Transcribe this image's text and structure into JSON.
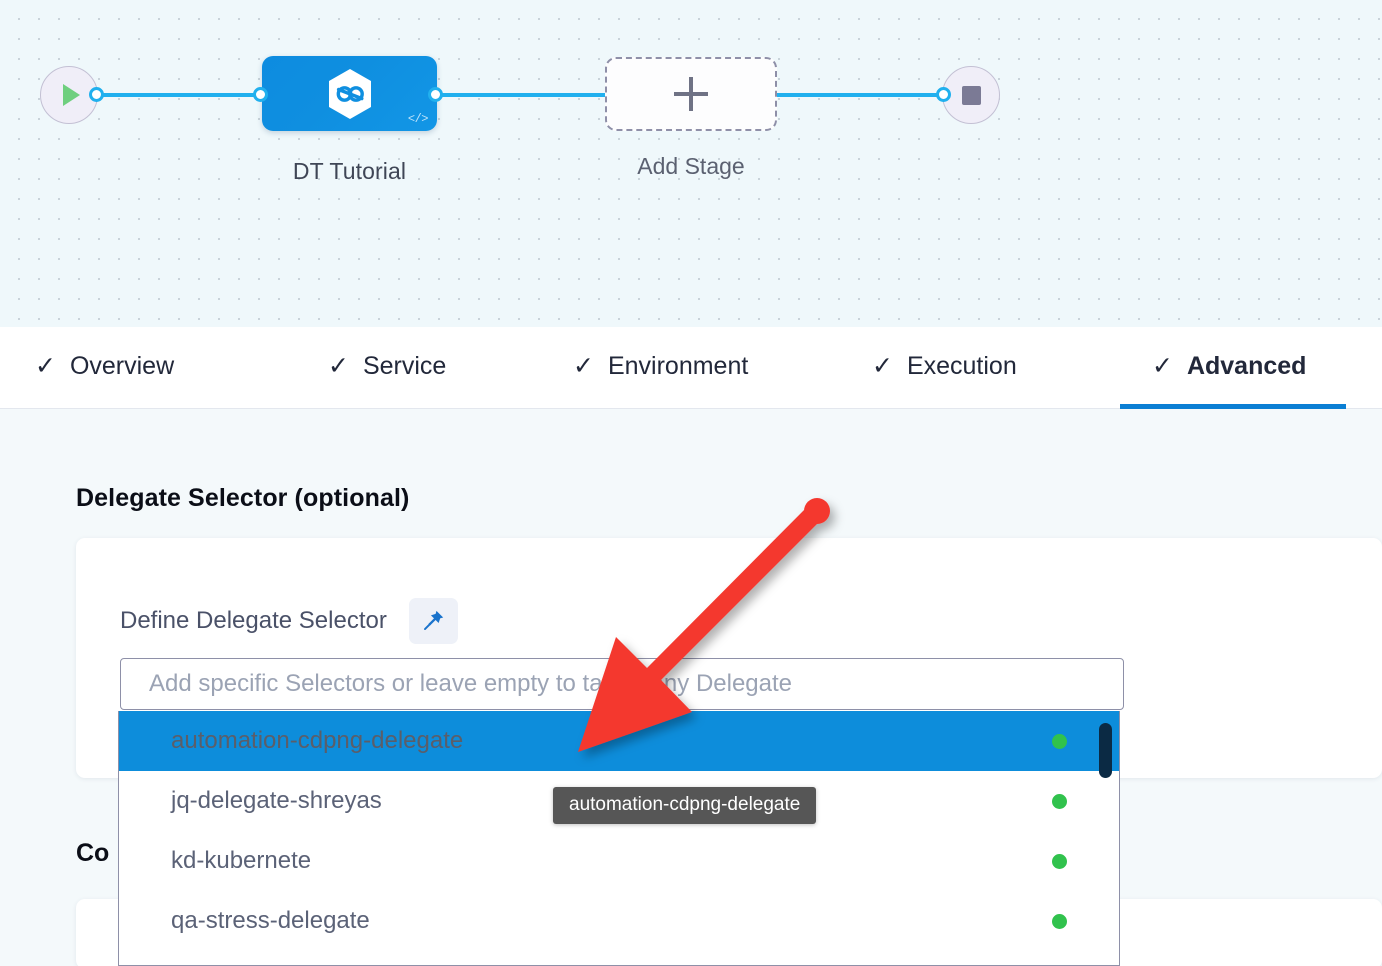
{
  "canvas": {
    "start_node": {
      "icon": "play-icon"
    },
    "end_node": {
      "icon": "stop-icon"
    },
    "stage": {
      "label": "DT Tutorial",
      "icon": "harness-hexagon-icon",
      "badge_icon": "code-icon",
      "badge_text": "</>"
    },
    "add_stage": {
      "label": "Add Stage",
      "icon": "plus-icon"
    }
  },
  "tabs": [
    {
      "label": "Overview",
      "check": "✓",
      "active": false
    },
    {
      "label": "Service",
      "check": "✓",
      "active": false
    },
    {
      "label": "Environment",
      "check": "✓",
      "active": false
    },
    {
      "label": "Execution",
      "check": "✓",
      "active": false
    },
    {
      "label": "Advanced",
      "check": "✓",
      "active": true
    }
  ],
  "main": {
    "section_title": "Delegate Selector (optional)",
    "field_label": "Define Delegate Selector",
    "pin_icon": "pin-icon",
    "selector_placeholder": "Add specific Selectors or leave empty to target any Delegate",
    "selector_value": "",
    "second_section_title": "Co"
  },
  "dropdown": {
    "items": [
      {
        "label": "automation-cdpng-delegate",
        "status": "online",
        "selected": true
      },
      {
        "label": "jq-delegate-shreyas",
        "status": "online",
        "selected": false
      },
      {
        "label": "kd-kubernete",
        "status": "online",
        "selected": false
      },
      {
        "label": "qa-stress-delegate",
        "status": "online",
        "selected": false
      }
    ],
    "scrollbar": "vertical-scrollbar-thumb"
  },
  "tooltip": {
    "text": "automation-cdpng-delegate"
  },
  "annotation": {
    "type": "red-arrow",
    "points_to": "automation-cdpng-delegate"
  },
  "colors": {
    "accent_blue": "#0b7fd4",
    "stage_blue": "#0f8fe0",
    "selected_blue": "#0d8ddb",
    "status_green": "#31c24d",
    "annotation_red": "#f4382f",
    "canvas_bg": "#eff8fb",
    "content_bg": "#f4f9fb"
  }
}
